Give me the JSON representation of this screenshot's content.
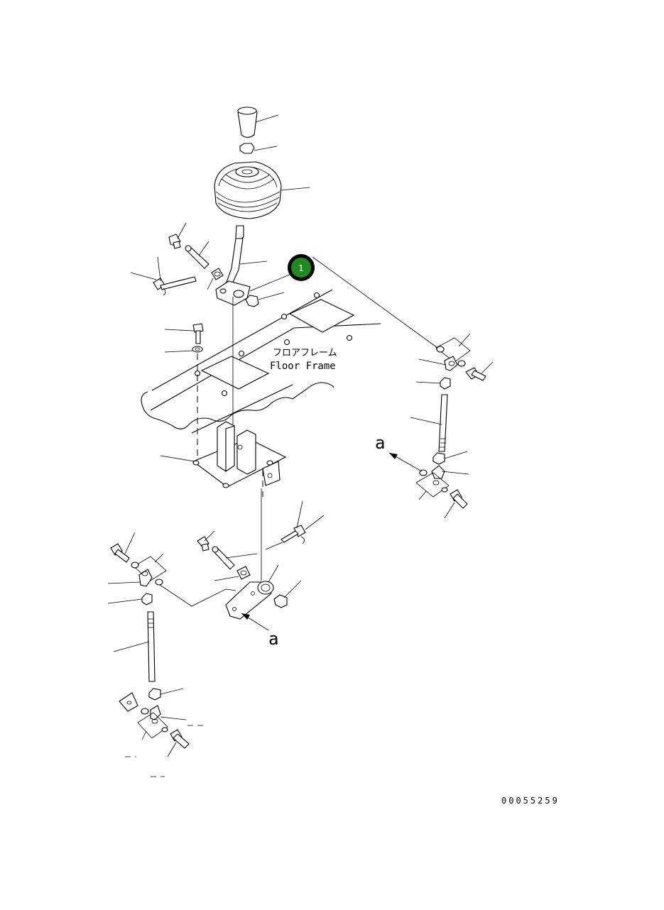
{
  "diagram": {
    "floor_frame_label_jp": "フロアフレーム",
    "floor_frame_label_en": "Floor Frame",
    "view_marker": "a",
    "view_marker_arrow": "a",
    "drawing_number": "00055259",
    "callout": {
      "number": "1",
      "color": "#1f8a1f"
    }
  }
}
